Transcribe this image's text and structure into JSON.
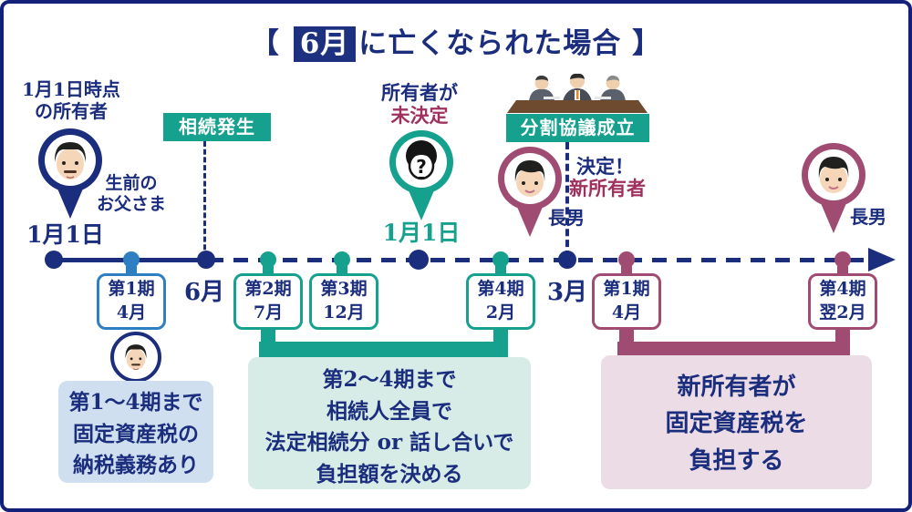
{
  "title": {
    "open": "【 ",
    "highlight": "6月",
    "rest": "に亡くなられた場合",
    "close": " 】"
  },
  "left": {
    "heading": "1月1日時点\nの所有者",
    "caption": "生前の\nお父さま",
    "date": "1月1日"
  },
  "inheritance": {
    "label": "相続発生"
  },
  "undecided": {
    "line1": "所有者が",
    "line2": "未決定",
    "date": "1月1日"
  },
  "agreement": {
    "label": "分割協議成立",
    "decided": "決定！",
    "new_owner": "新所有者",
    "person": "長男"
  },
  "right_owner": {
    "person": "長男"
  },
  "timeline": {
    "months": {
      "june": "6月",
      "march": "3月"
    },
    "periods": [
      {
        "name": "第1期",
        "month": "4月"
      },
      {
        "name": "第2期",
        "month": "7月"
      },
      {
        "name": "第3期",
        "month": "12月"
      },
      {
        "name": "第4期",
        "month": "2月"
      },
      {
        "name": "第1期",
        "month": "4月"
      },
      {
        "name": "第4期",
        "month": "翌2月"
      }
    ]
  },
  "notes": {
    "first": "第1～4期まで\n固定資産税の\n納税義務あり",
    "second": "第2～4期まで\n相続人全員で\n法定相続分 or 話し合いで\n負担額を決める",
    "third": "新所有者が\n固定資産税を\n負担する"
  },
  "colors": {
    "navy": "#1b2d7d",
    "blue": "#2e7fc2",
    "teal": "#16a18e",
    "maroon": "#a04c72",
    "rose_text": "#a0305e",
    "note_blue": "#cfdff0",
    "note_mint": "#d7ece7",
    "note_pink": "#ecdce5"
  }
}
